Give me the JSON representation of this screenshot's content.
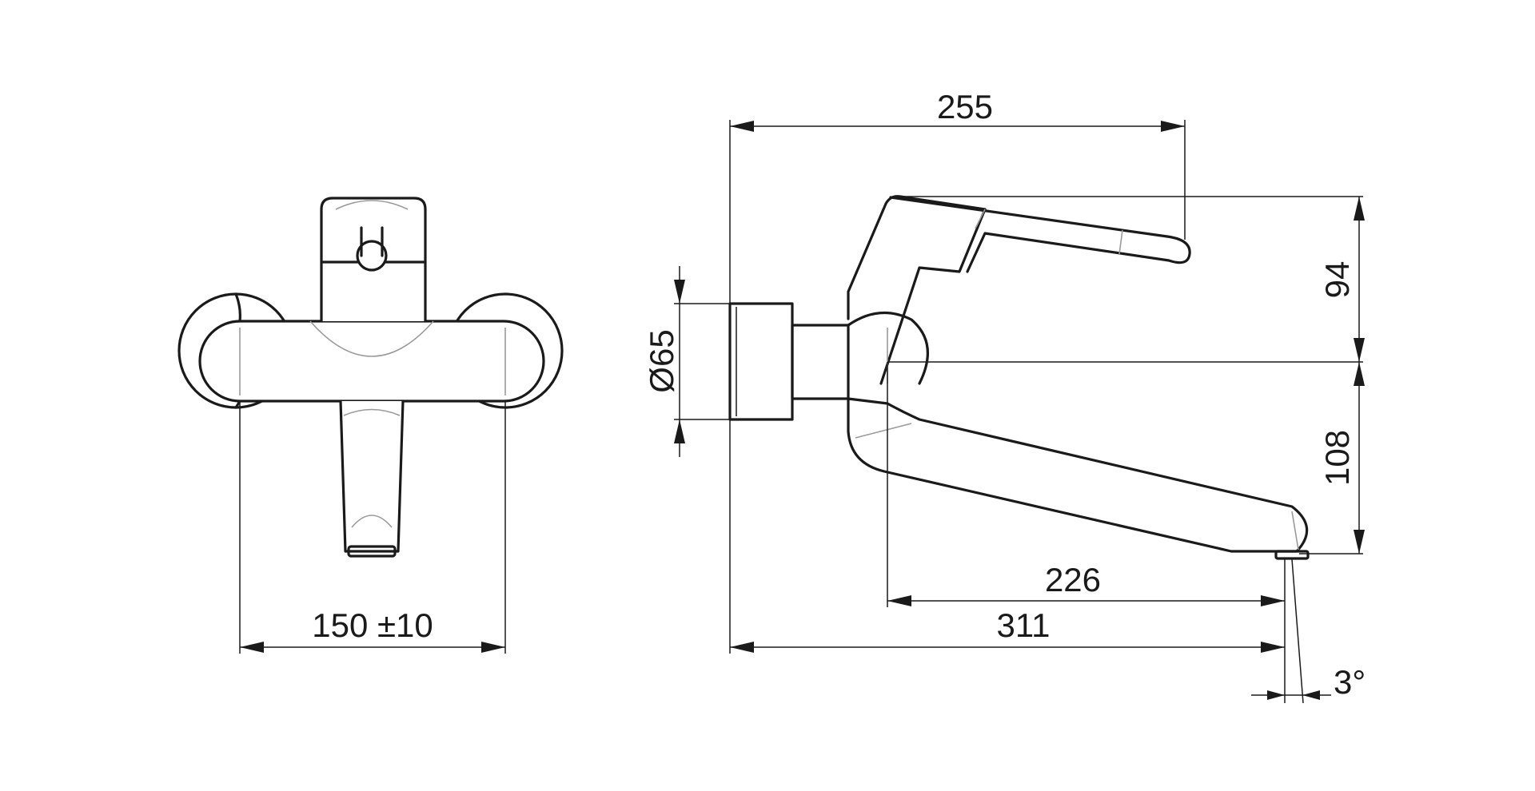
{
  "dimensions": {
    "overall_depth": "255",
    "lever_height": "94",
    "spout_height": "108",
    "rosette_diameter": "Ø65",
    "spout_reach": "226",
    "total_reach": "311",
    "connection_spacing": "150 ±10",
    "spout_angle": "3°"
  },
  "colors": {
    "line": "#1a1a1a",
    "hidden": "#9a9a9a",
    "background": "#ffffff"
  }
}
